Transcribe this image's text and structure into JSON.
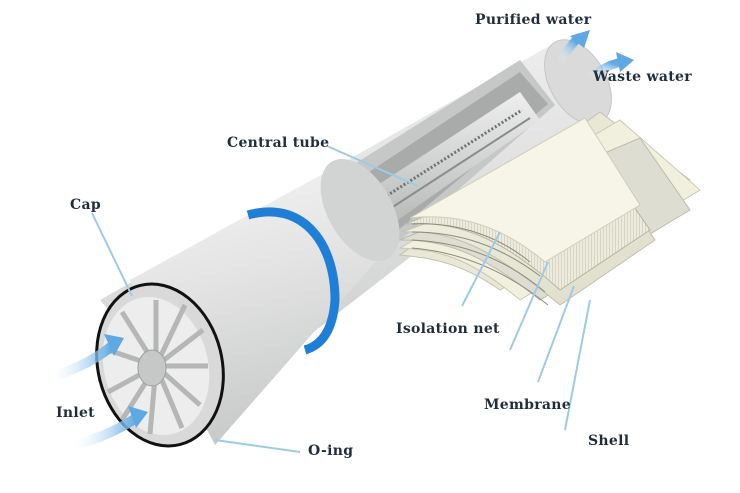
{
  "labels": {
    "purified_water": "Purified water",
    "waste_water": "Waste water",
    "central_tube": "Central tube",
    "cap": "Cap",
    "isolation_net": "Isolation net",
    "inlet": "Inlet",
    "membrane": "Membrane",
    "o_ring": "O-ing",
    "shell": "Shell"
  },
  "colors": {
    "shell_body": "#e6e7e6",
    "blue_band": "#1f7fd6",
    "flow_arrow": "#6fb1e6",
    "leader_line": "#9ccbe8",
    "membrane_sheet": "#efeede"
  }
}
